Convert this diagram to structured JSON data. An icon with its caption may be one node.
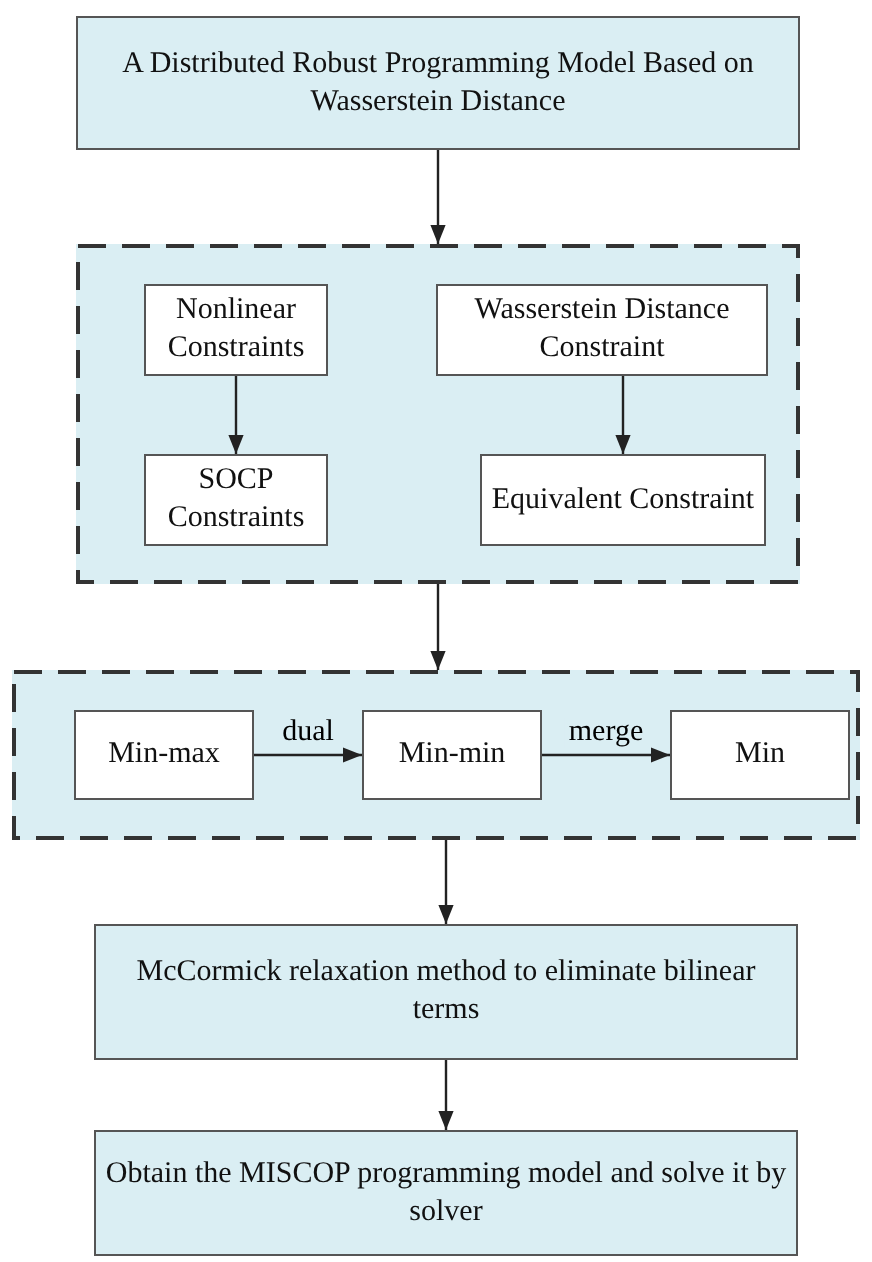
{
  "diagram": {
    "nodes": [
      {
        "text": [
          "A Distributed Robust Programming Model Based on Wasserstein Distance"
        ]
      },
      {
        "text": [],
        "shape": "box"
      },
      {
        "text": [
          "Nonlinear Constraints"
        ],
        "in": 1
      },
      {
        "text": [
          "Wasserstein Distance Constraint"
        ],
        "in": 1
      },
      {
        "text": [
          "SOCP Constraints"
        ],
        "in": 1
      },
      {
        "text": [
          "Equivalent Constraint"
        ],
        "in": 1
      },
      {
        "text": [],
        "shape": "box"
      },
      {
        "text": [
          "Min-max"
        ],
        "in": 6
      },
      {
        "text": [
          "Min-min"
        ],
        "in": 6
      },
      {
        "text": [
          "Min"
        ],
        "in": 6
      },
      {
        "text": [
          "McCormick relaxation method to eliminate bilinear terms"
        ]
      },
      {
        "text": [
          "Obtain the MISCOP programming model and solve it by solver"
        ]
      }
    ],
    "edges": [
      {
        "from": 0,
        "to": 1,
        "arrow": "to"
      },
      {
        "from": 2,
        "to": 4,
        "arrow": "to"
      },
      {
        "from": 3,
        "to": 5,
        "arrow": "to"
      },
      {
        "from": 1,
        "to": 6,
        "arrow": "to"
      },
      {
        "from": 7,
        "to": 8,
        "arrow": "to",
        "label": "dual"
      },
      {
        "from": 8,
        "to": 9,
        "arrow": "to",
        "label": "merge"
      },
      {
        "from": 6,
        "to": 10,
        "arrow": "to"
      },
      {
        "from": 10,
        "to": 11,
        "arrow": "to"
      }
    ]
  }
}
